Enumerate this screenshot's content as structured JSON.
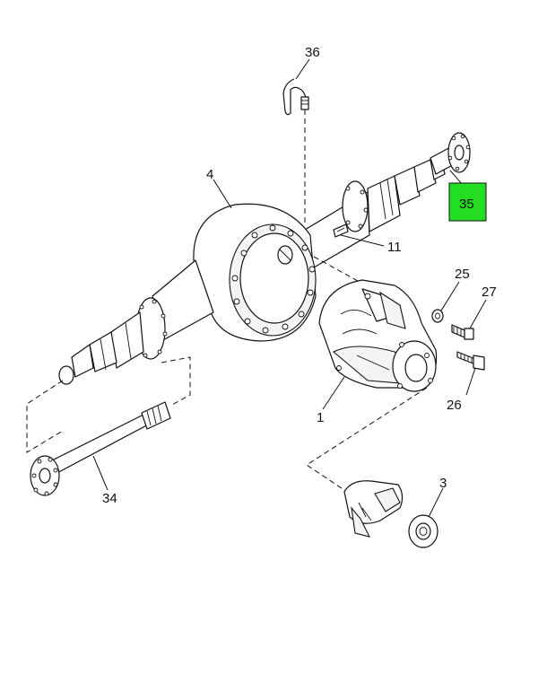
{
  "callouts": {
    "c36": "36",
    "c4": "4",
    "c35": "35",
    "c11": "11",
    "c25": "25",
    "c27": "27",
    "c1": "1",
    "c26": "26",
    "c34": "34",
    "c3": "3"
  },
  "colors": {
    "highlight": "#22dd22",
    "line": "#111111",
    "background": "#ffffff"
  }
}
